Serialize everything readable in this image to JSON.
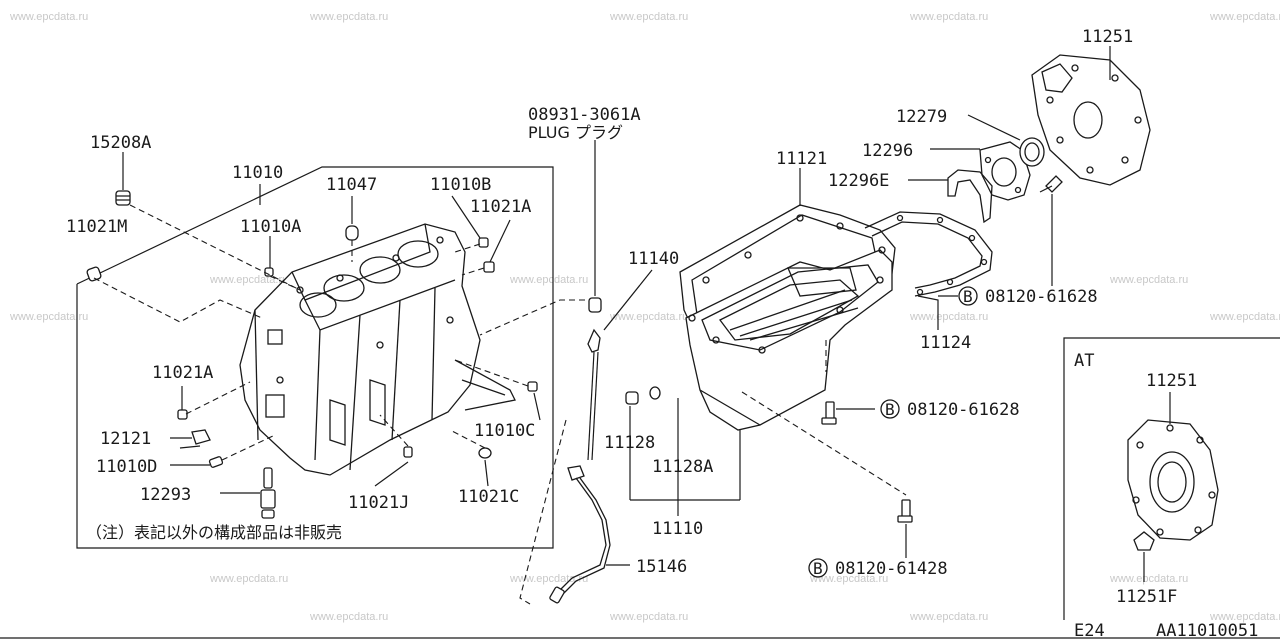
{
  "watermark": "www.epcdata.ru",
  "labels": {
    "p15208A": "15208A",
    "p11010": "11010",
    "p11047": "11047",
    "p11010B": "11010B",
    "p11021M": "11021M",
    "p11010A": "11010A",
    "p11021A_top": "11021A",
    "p11021A_left": "11021A",
    "p12121": "12121",
    "p11010D": "11010D",
    "p12293": "12293",
    "p11010C": "11010C",
    "p11021C": "11021C",
    "p11021J": "11021J",
    "p08931": "08931-3061A",
    "plug": "PLUG プラグ",
    "p11140": "11140",
    "p15146": "15146",
    "p11121": "11121",
    "p12296": "12296",
    "p12296E": "12296E",
    "p12279": "12279",
    "p11251_top": "11251",
    "p11124": "11124",
    "p11128": "11128",
    "p11128A": "11128A",
    "p11110": "11110",
    "bolt1": "08120-61628",
    "bolt2": "08120-61628",
    "bolt3": "08120-61428",
    "bolt_prefix": "B",
    "at": "AT",
    "p11251_at": "11251",
    "p11251F": "11251F",
    "note": "（注）表記以外の構成部品は非販売",
    "footer_left": "E24",
    "footer_right": "AA11010051"
  }
}
